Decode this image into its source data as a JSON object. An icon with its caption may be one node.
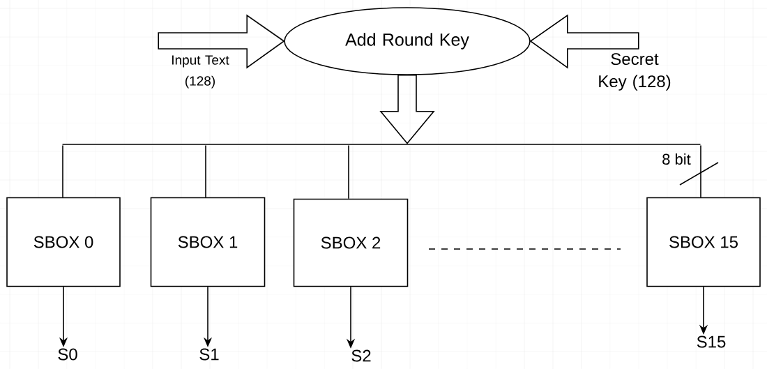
{
  "diagram": {
    "nodes": [
      {
        "text": [
          "Add Round Key"
        ]
      },
      {
        "text": [],
        "shape": "bar"
      },
      {
        "text": [
          "SBOX 0"
        ]
      },
      {
        "text": [
          "SBOX 1"
        ]
      },
      {
        "text": [
          "SBOX 2"
        ]
      },
      {
        "text": [
          "SBOX 15"
        ]
      },
      {
        "text": [
          "S0"
        ]
      },
      {
        "text": [
          "S1"
        ]
      },
      {
        "text": [
          "S2"
        ]
      },
      {
        "text": [
          "S15"
        ]
      }
    ],
    "edges": [
      {
        "from": null,
        "to": 0,
        "arrow": "to",
        "label": "Input Text (128)"
      },
      {
        "from": null,
        "to": 0,
        "arrow": "to",
        "label": "Secret Key (128)"
      },
      {
        "from": 0,
        "to": 1,
        "arrow": "to"
      },
      {
        "from": 1,
        "to": 2,
        "arrow": "none"
      },
      {
        "from": 1,
        "to": 3,
        "arrow": "none"
      },
      {
        "from": 1,
        "to": 4,
        "arrow": "none"
      },
      {
        "from": 1,
        "to": 5,
        "arrow": "none",
        "label": "8 bit"
      },
      {
        "from": 2,
        "to": 6,
        "arrow": "to"
      },
      {
        "from": 3,
        "to": 7,
        "arrow": "to"
      },
      {
        "from": 4,
        "to": 8,
        "arrow": "to"
      },
      {
        "from": 5,
        "to": 9,
        "arrow": "to"
      }
    ]
  }
}
